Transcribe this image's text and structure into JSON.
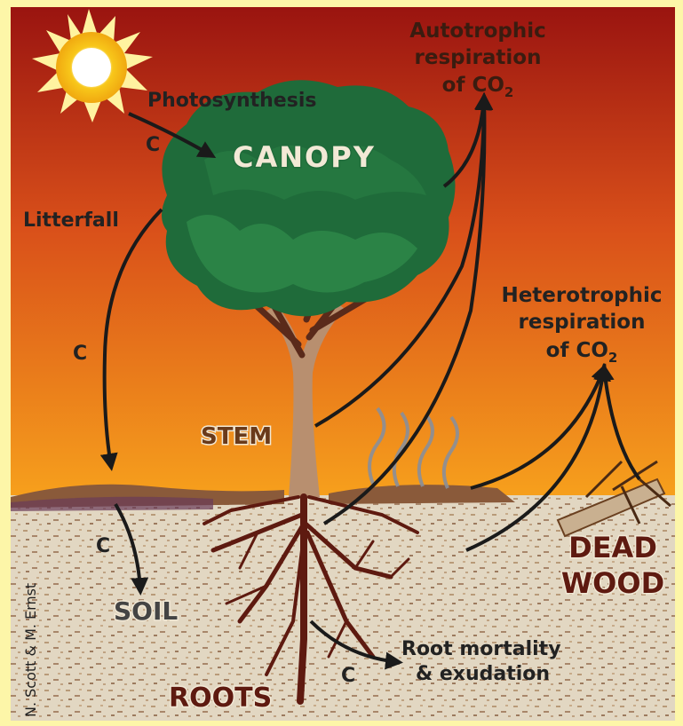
{
  "labels": {
    "photosynthesis": "Photosynthesis",
    "canopy": "CANOPY",
    "autotrophic_line1": "Autotrophic",
    "autotrophic_line2": "respiration",
    "autotrophic_line3": "of CO",
    "heterotrophic_line1": "Heterotrophic",
    "heterotrophic_line2": "respiration",
    "heterotrophic_line3": "of CO",
    "co2_subscript": "2",
    "litterfall": "Litterfall",
    "carbon": "C",
    "stem": "STEM",
    "soil": "SOIL",
    "roots": "ROOTS",
    "dead_wood_line1": "DEAD",
    "dead_wood_line2": "WOOD",
    "root_mortality_line1": "Root mortality",
    "root_mortality_line2": "& exudation",
    "credit": "N. Scott & M. Ernst"
  },
  "colors": {
    "sky_top": "#a01a10",
    "sky_bottom": "#f59a1a",
    "soil": "#ddd0b8",
    "canopy": "#1f6b3a",
    "trunk": "#b88f6f",
    "roots": "#5e1a10",
    "arrow": "#1a1a1a",
    "sun": "#f8c71a",
    "frame": "#fdf6a8"
  }
}
